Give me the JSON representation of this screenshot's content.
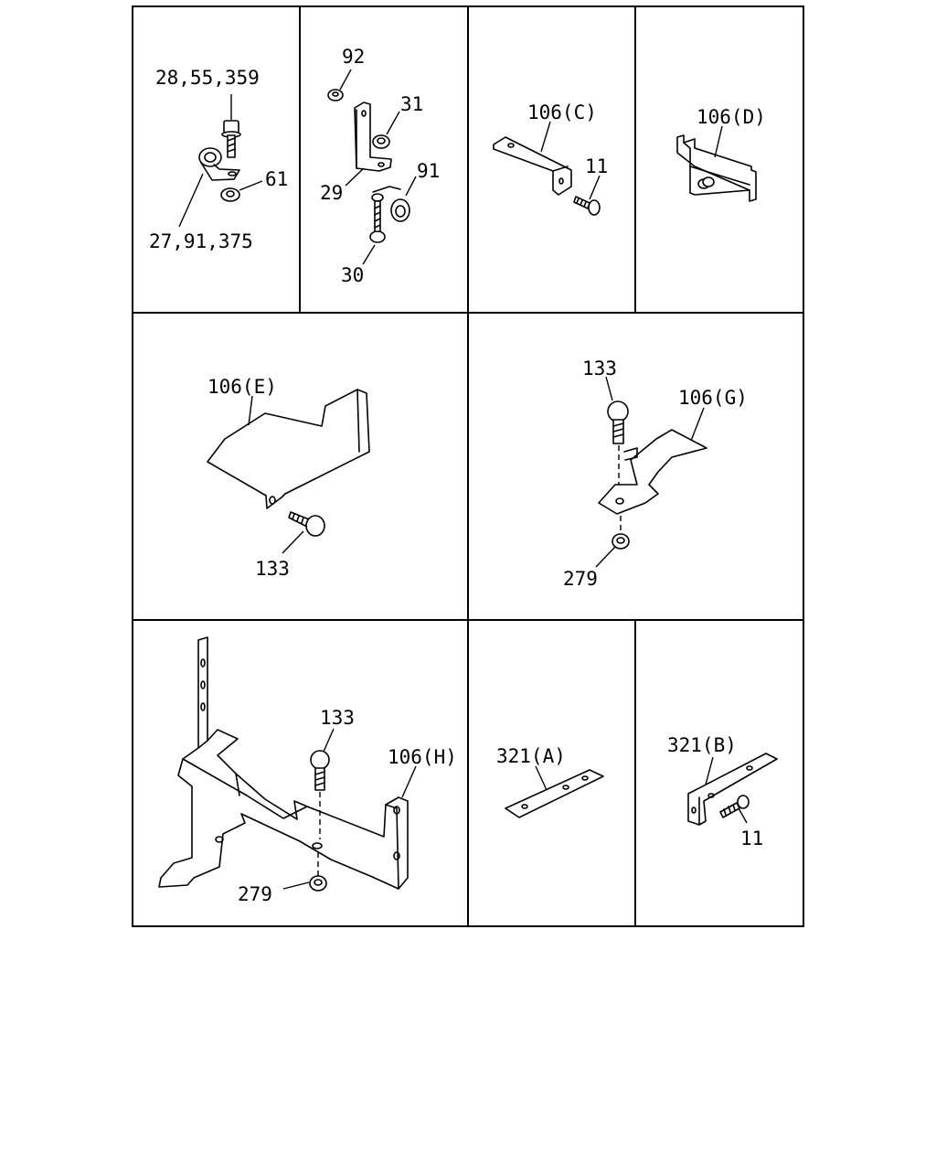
{
  "callouts": {
    "c1_a": "28,55,359",
    "c1_b": "61",
    "c1_c": "27,91,375",
    "c2_a": "92",
    "c2_b": "31",
    "c2_c": "91",
    "c2_d": "29",
    "c2_e": "30",
    "c3_a": "106(C)",
    "c3_b": "11",
    "c4_a": "106(D)",
    "c5_a": "106(E)",
    "c5_b": "133",
    "c6_a": "133",
    "c6_b": "106(G)",
    "c6_c": "279",
    "c7_a": "133",
    "c7_b": "106(H)",
    "c7_c": "279",
    "c8_a": "321(A)",
    "c9_a": "321(B)",
    "c9_b": "11"
  }
}
